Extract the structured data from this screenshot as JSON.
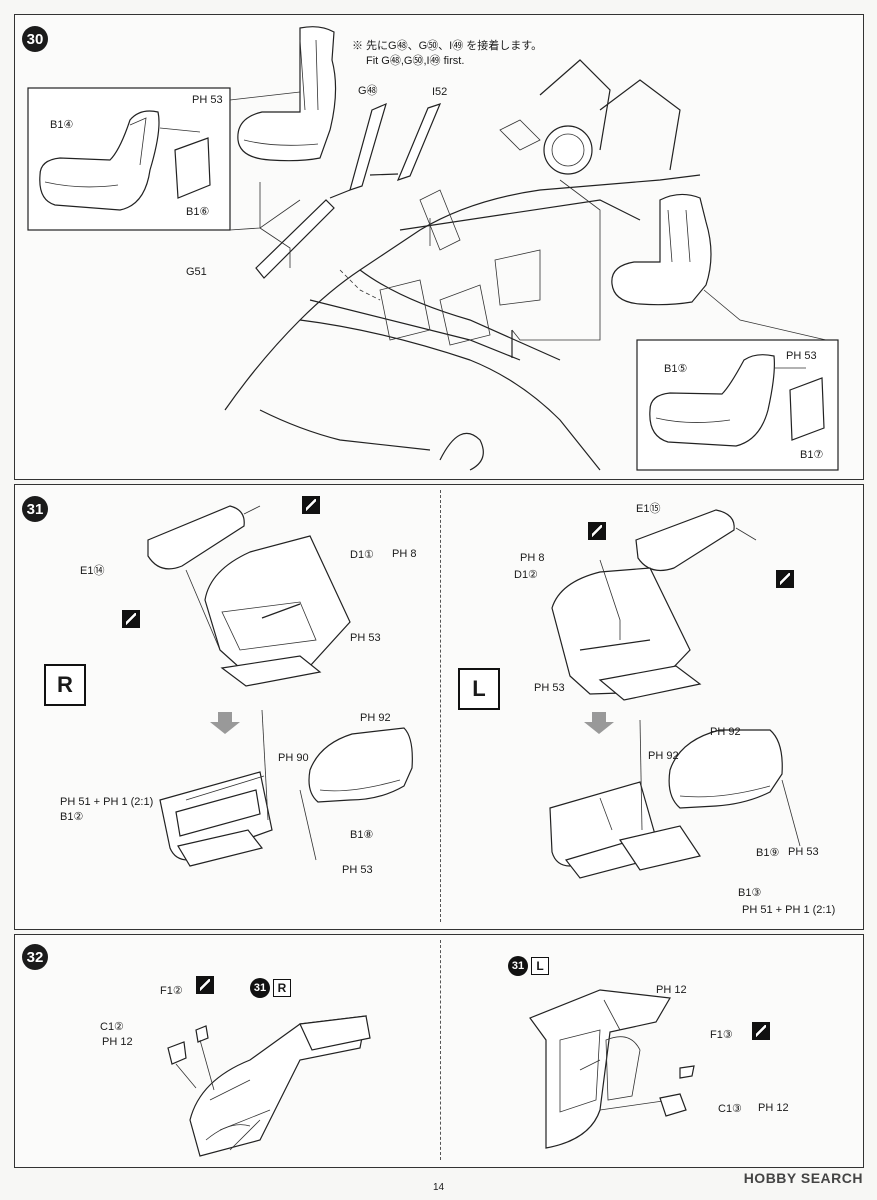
{
  "page_number": "14",
  "watermark": "HOBBY SEARCH",
  "step30": {
    "number": "30",
    "note_jp": "※ 先にG㊽、G㊿、I㊾ を接着します。",
    "note_en": "Fit G㊽,G㊿,I㊾ first.",
    "labels": {
      "b1_4": "B1④",
      "ph53_a": "PH 53",
      "b1_6": "B1⑥",
      "g48": "G㊽",
      "i52": "I52",
      "g51": "G51",
      "b1_5": "B1⑤",
      "ph53_b": "PH 53",
      "b1_7": "B1⑦"
    }
  },
  "step31": {
    "number": "31",
    "right_tag": "R",
    "left_tag": "L",
    "labels": {
      "e1_14": "E1⑭",
      "d1_1": "D1①",
      "ph8_r": "PH 8",
      "ph53_r1": "PH 53",
      "ph92_r": "PH 92",
      "ph90_r": "PH 90",
      "ph51_mix_r": "PH 51 + PH 1 (2:1)",
      "b1_2": "B1②",
      "b1_8": "B1⑧",
      "ph53_r2": "PH 53",
      "e1_15": "E1⑮",
      "ph8_l": "PH 8",
      "d1_2": "D1②",
      "ph53_l1": "PH 53",
      "ph92_l1": "PH 92",
      "ph92_l2": "PH 92",
      "b1_9": "B1⑨",
      "ph53_l2": "PH 53",
      "b1_3": "B1③",
      "ph51_mix_l": "PH 51 + PH 1 (2:1)"
    }
  },
  "step32": {
    "number": "32",
    "ref_right_num": "31",
    "ref_right_tag": "R",
    "ref_left_num": "31",
    "ref_left_tag": "L",
    "labels": {
      "f1_2": "F1②",
      "c1_2": "C1②",
      "ph12_r": "PH 12",
      "ph12_l1": "PH 12",
      "f1_3": "F1③",
      "c1_3": "C1③",
      "ph12_l2": "PH 12"
    }
  }
}
